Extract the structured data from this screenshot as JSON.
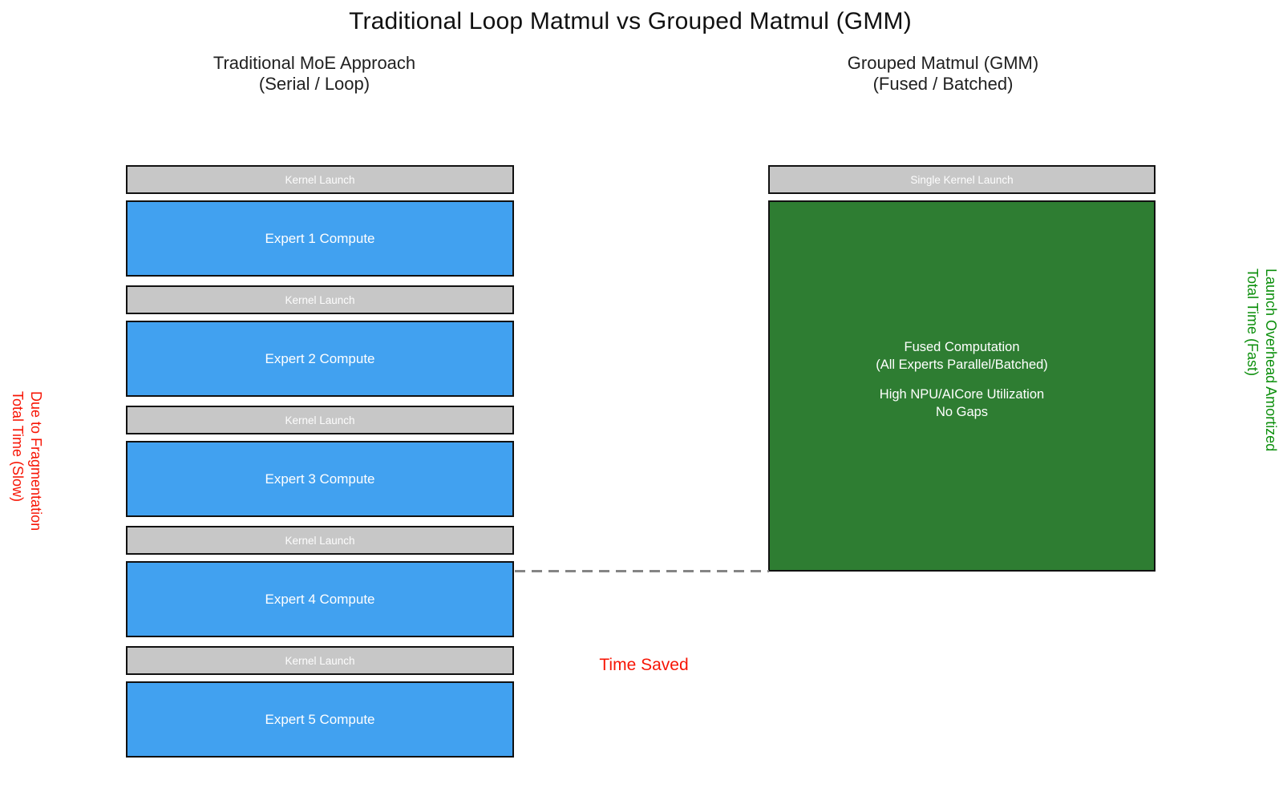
{
  "title": "Traditional Loop Matmul vs Grouped Matmul (GMM)",
  "colors": {
    "compute_blue": "#41a1f0",
    "launch_gray": "#c7c7c7",
    "fused_green": "#2e7d32",
    "slow_red": "#f71505",
    "fast_green": "#0c8f0c",
    "dash_gray": "#858585",
    "border_black": "#111111"
  },
  "left": {
    "subtitle": [
      "Traditional MoE Approach",
      "(Serial / Loop)"
    ],
    "rows": [
      {
        "kind": "launch",
        "label": "Kernel Launch"
      },
      {
        "kind": "compute",
        "label": "Expert 1 Compute"
      },
      {
        "kind": "launch",
        "label": "Kernel Launch"
      },
      {
        "kind": "compute",
        "label": "Expert 2 Compute"
      },
      {
        "kind": "launch",
        "label": "Kernel Launch"
      },
      {
        "kind": "compute",
        "label": "Expert 3 Compute"
      },
      {
        "kind": "launch",
        "label": "Kernel Launch"
      },
      {
        "kind": "compute",
        "label": "Expert 4 Compute"
      },
      {
        "kind": "launch",
        "label": "Kernel Launch"
      },
      {
        "kind": "compute",
        "label": "Expert 5 Compute"
      }
    ],
    "side_label": [
      "Total Time (Slow)",
      "Due to Fragmentation"
    ]
  },
  "right": {
    "subtitle": [
      "Grouped Matmul (GMM)",
      "(Fused / Batched)"
    ],
    "launch_label": "Single Kernel Launch",
    "fused_box": {
      "line1": "Fused Computation",
      "line2": "(All Experts Parallel/Batched)",
      "line3": "High NPU/AICore Utilization",
      "line4": "No Gaps"
    },
    "side_label": [
      "Total Time (Fast)",
      "Launch Overhead Amortized"
    ]
  },
  "annotations": {
    "time_saved": "Time Saved"
  }
}
